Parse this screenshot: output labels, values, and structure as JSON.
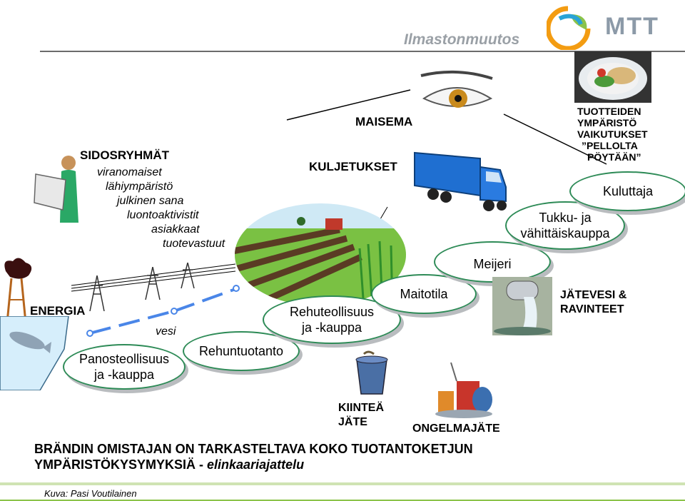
{
  "header": {
    "title": "Ilmastonmuutos",
    "logo_text": "MTT"
  },
  "labels": {
    "maisema": "MAISEMA",
    "kuljetukset": "KULJETUKSET",
    "tuotteiden": [
      "TUOTTEIDEN",
      "YMPÄRISTÖ",
      "VAIKUTUKSET",
      "”PELLOLTA",
      "PÖYTÄÄN”"
    ],
    "sidosryhmat_title": "SIDOSRYHMÄT",
    "sidosryhmat": [
      "viranomaiset",
      "lähiympäristö",
      "julkinen sana",
      "luontoaktivistit",
      "asiakkaat",
      "tuotevastuut"
    ],
    "energia": "ENERGIA",
    "vesi": "vesi",
    "jatevesi": [
      "JÄTEVESI &",
      "RAVINTEET"
    ],
    "kiintea": [
      "KIINTEÄ",
      "JÄTE"
    ],
    "ongelmajate": "ONGELMAJÄTE"
  },
  "chain": {
    "panosteollisuus": [
      "Panosteollisuus",
      "ja -kauppa"
    ],
    "rehuntuotanto": "Rehuntuotanto",
    "rehuteollisuus": [
      "Rehuteollisuus",
      "ja -kauppa"
    ],
    "maitotila": "Maitotila",
    "meijeri": "Meijeri",
    "tukku": [
      "Tukku- ja",
      "vähittäiskauppa"
    ],
    "kuluttaja": "Kuluttaja"
  },
  "footer": {
    "line1": "BRÄNDIN OMISTAJAN ON TARKASTELTAVA KOKO TUOTANTOKETJUN",
    "line2_plain": "YMPÄRISTÖKYSYMYKSIÄ - ",
    "line2_italic": "elinkaariajattelu",
    "credit": "Kuva: Pasi Voutilainen"
  },
  "colors": {
    "accent_green": "#2e8b57",
    "title_gray": "#9aa0a6",
    "pipe_blue": "#4a86e8"
  }
}
